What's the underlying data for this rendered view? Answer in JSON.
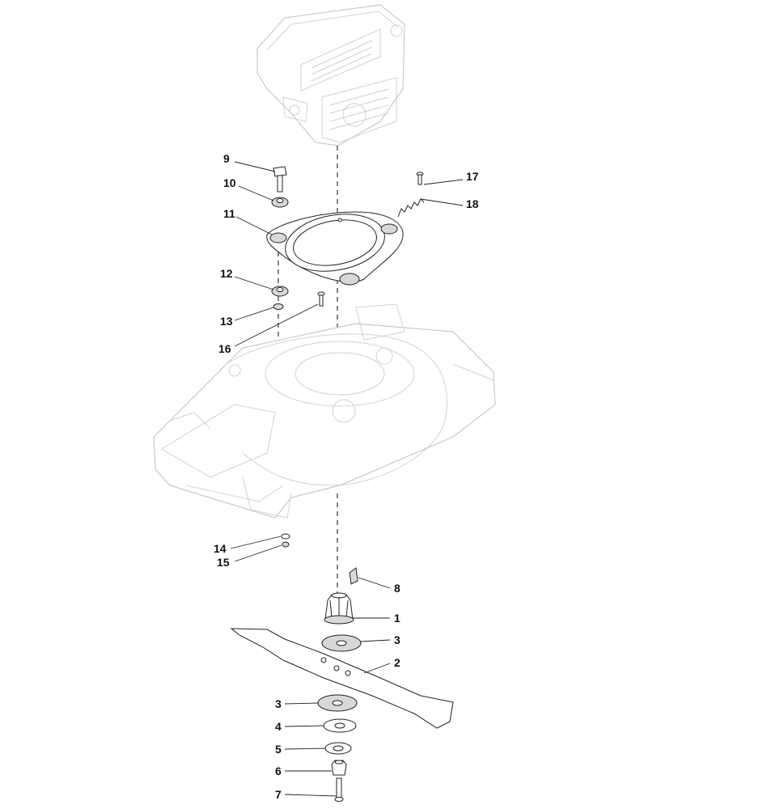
{
  "callouts": [
    {
      "id": "c9",
      "text": "9"
    },
    {
      "id": "c10",
      "text": "10"
    },
    {
      "id": "c11",
      "text": "11"
    },
    {
      "id": "c12",
      "text": "12"
    },
    {
      "id": "c13",
      "text": "13"
    },
    {
      "id": "c16",
      "text": "16"
    },
    {
      "id": "c17",
      "text": "17"
    },
    {
      "id": "c18",
      "text": "18"
    },
    {
      "id": "c14",
      "text": "14"
    },
    {
      "id": "c15",
      "text": "15"
    },
    {
      "id": "c8",
      "text": "8"
    },
    {
      "id": "c1",
      "text": "1"
    },
    {
      "id": "c3a",
      "text": "3"
    },
    {
      "id": "c2",
      "text": "2"
    },
    {
      "id": "c3b",
      "text": "3"
    },
    {
      "id": "c4",
      "text": "4"
    },
    {
      "id": "c5",
      "text": "5"
    },
    {
      "id": "c6",
      "text": "6"
    },
    {
      "id": "c7",
      "text": "7"
    }
  ]
}
